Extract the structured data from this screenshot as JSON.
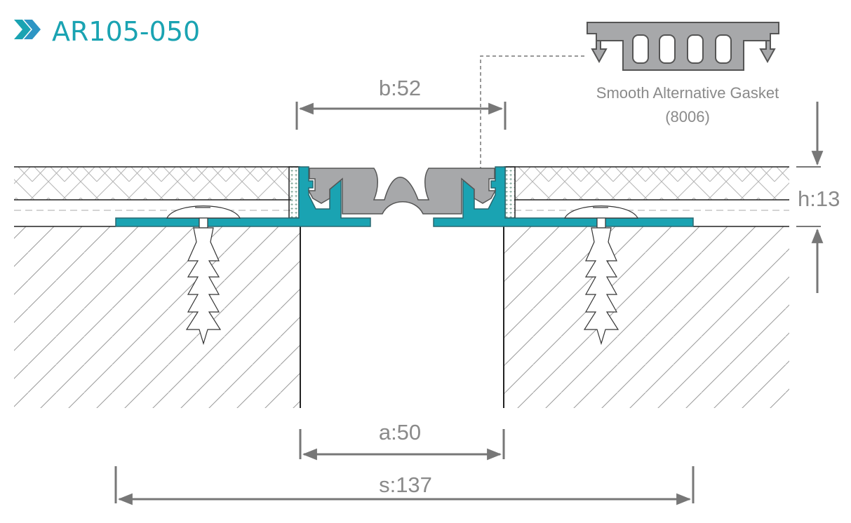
{
  "title": "AR105-050",
  "gasket": {
    "label": "Smooth Alternative Gasket",
    "code": "(8006)"
  },
  "dimensions": {
    "b": "b:52",
    "h": "h:13",
    "a": "a:50",
    "s": "s:137"
  },
  "colors": {
    "accent": "#1aa3b2",
    "gasket": "#a7a8aa",
    "dimension": "#7a7a7a"
  }
}
